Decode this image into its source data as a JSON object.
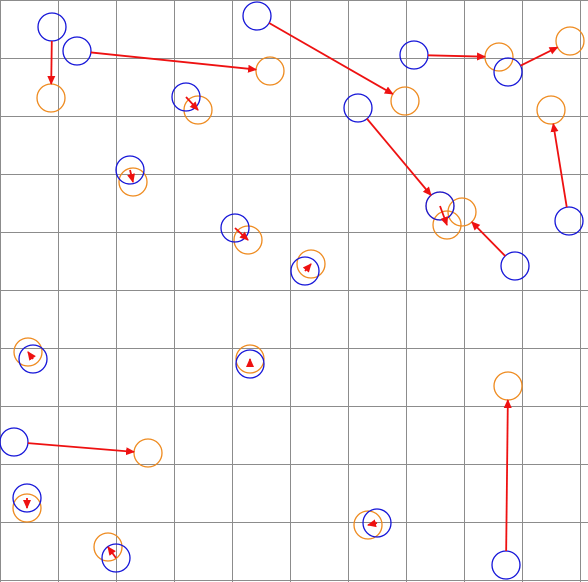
{
  "colors": {
    "background": "#ffffff",
    "grid": "#8c8c8c",
    "blue": "#1414d8",
    "orange": "#ee8a1e",
    "arrow": "#ee1111"
  },
  "pairs": [
    {
      "blue": [
        52,
        27
      ],
      "orange": [
        51,
        98
      ]
    },
    {
      "blue": [
        77,
        51
      ],
      "orange": [
        270,
        71
      ]
    },
    {
      "blue": [
        257,
        16
      ],
      "orange": [
        405,
        101
      ]
    },
    {
      "blue": [
        414,
        55
      ],
      "orange": [
        499,
        57
      ]
    },
    {
      "blue": [
        508,
        72
      ],
      "orange": [
        570,
        41
      ]
    },
    {
      "blue": [
        186,
        97
      ],
      "orange": [
        198,
        110
      ]
    },
    {
      "blue": [
        358,
        108
      ],
      "orange": [
        440,
        206
      ]
    },
    {
      "blue": [
        569,
        221
      ],
      "orange": [
        551,
        110
      ]
    },
    {
      "blue": [
        130,
        170
      ],
      "orange": [
        133,
        182
      ]
    },
    {
      "blue": [
        235,
        228
      ],
      "orange": [
        248,
        240
      ]
    },
    {
      "blue": [
        440,
        206
      ],
      "orange": [
        447,
        225
      ]
    },
    {
      "blue": [
        515,
        266
      ],
      "orange": [
        462,
        212
      ]
    },
    {
      "blue": [
        305,
        271
      ],
      "orange": [
        311,
        264
      ]
    },
    {
      "blue": [
        33,
        359
      ],
      "orange": [
        28,
        352
      ]
    },
    {
      "blue": [
        250,
        364
      ],
      "orange": [
        250,
        359
      ]
    },
    {
      "blue": [
        506,
        565
      ],
      "orange": [
        508,
        386
      ]
    },
    {
      "blue": [
        14,
        442
      ],
      "orange": [
        148,
        453
      ]
    },
    {
      "blue": [
        27,
        498
      ],
      "orange": [
        27,
        508
      ]
    },
    {
      "blue": [
        377,
        523
      ],
      "orange": [
        368,
        525
      ]
    },
    {
      "blue": [
        116,
        558
      ],
      "orange": [
        108,
        547
      ]
    }
  ]
}
